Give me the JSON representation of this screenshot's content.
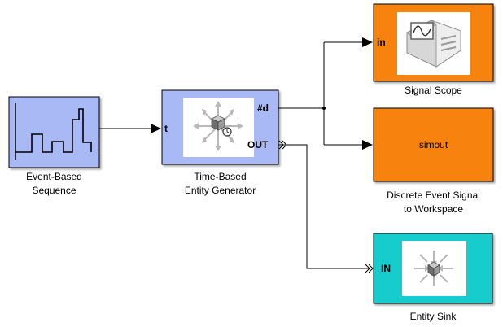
{
  "colors": {
    "source_block": "#a9b9f5",
    "sink_block": "#f7820f",
    "entity_sink": "#14cccc",
    "line": "#000000"
  },
  "blocks": {
    "sequence": {
      "label_line1": "Event-Based",
      "label_line2": "Sequence",
      "icon": "staircase-signal-icon"
    },
    "generator": {
      "label_line1": "Time-Based",
      "label_line2": "Entity Generator",
      "port_in": "t",
      "port_out_count": "#d",
      "port_out_entity": "OUT",
      "icon": "entity-generator-icon"
    },
    "scope": {
      "label": "Signal Scope",
      "port_in": "in",
      "icon": "scope-monitor-icon"
    },
    "workspace": {
      "label_line1": "Discrete Event Signal",
      "label_line2": "to Workspace",
      "variable": "simout"
    },
    "sink": {
      "label": "Entity Sink",
      "port_in": "IN",
      "icon": "entity-sink-icon"
    }
  }
}
